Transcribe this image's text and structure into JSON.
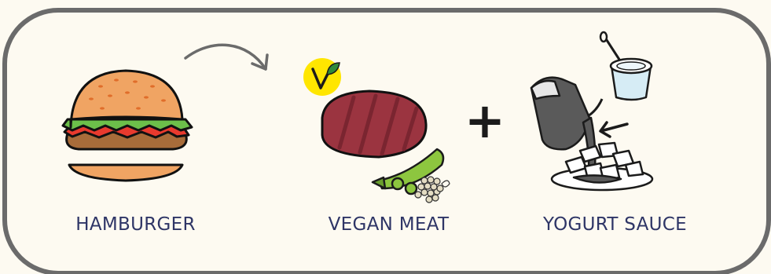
{
  "labels": {
    "hamburger": "HAMBURGER",
    "vegan_meat": "VEGAN MEAT",
    "yogurt_sauce": "YOGURT SAUCE"
  },
  "symbols": {
    "plus": "+"
  },
  "icons": {
    "transition": "curved-arrow-icon",
    "burger": "hamburger-icon",
    "vegan_badge": "vegan-v-badge-icon",
    "patty": "vegan-patty-icon",
    "peas": "pea-pod-icon",
    "seeds": "seed-pile-icon",
    "yogurt_cup": "yogurt-cup-icon",
    "jug": "pouring-jug-icon",
    "pointer": "pointer-arrow-icon",
    "plate": "plate-icon"
  },
  "colors": {
    "background": "#fdfaf1",
    "frame": "#6b6b6b",
    "label_text": "#2e3566",
    "bun": "#f0a463",
    "lettuce": "#6cbf4a",
    "tomato": "#e83a2e",
    "burger_patty": "#a86c3a",
    "vegan_patty": "#9b3440",
    "badge": "#ffe600",
    "peas": "#8dc63f",
    "seeds": "#e3dcc3",
    "yogurt_cup": "#d6ecf5",
    "sauce": "#5a5a5a"
  }
}
